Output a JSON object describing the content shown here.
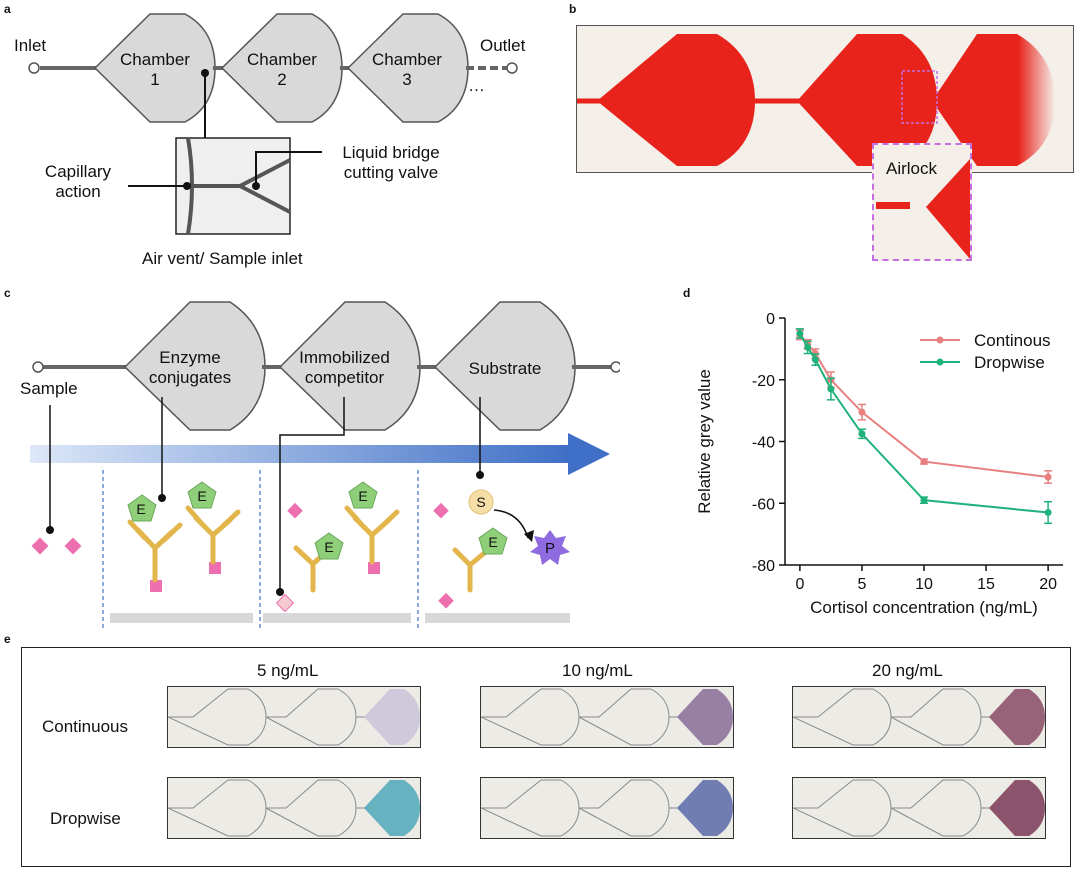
{
  "panels": {
    "a": "a",
    "b": "b",
    "c": "c",
    "d": "d",
    "e": "e"
  },
  "panel_a": {
    "inlet": "Inlet",
    "outlet": "Outlet",
    "ellipsis": "…",
    "chambers": [
      {
        "line1": "Chamber",
        "line2": "1"
      },
      {
        "line1": "Chamber",
        "line2": "2"
      },
      {
        "line1": "Chamber",
        "line2": "3"
      }
    ],
    "capillary_line1": "Capillary",
    "capillary_line2": "action",
    "valve_line1": "Liquid bridge",
    "valve_line2": "cutting valve",
    "vent_label": "Air vent/ Sample inlet"
  },
  "panel_b": {
    "airlock": "Airlock",
    "colors": {
      "dye": "#e8231b",
      "inset_border": "#c56ee0"
    }
  },
  "panel_c": {
    "sample": "Sample",
    "chambers": [
      {
        "line1": "Enzyme",
        "line2": "conjugates"
      },
      {
        "line1": "Immobilized",
        "line2": "competitor"
      },
      {
        "line1": "Substrate",
        "line2": ""
      }
    ],
    "enzyme_letter": "E",
    "substrate_letter": "S",
    "product_letter": "P",
    "colors": {
      "arrow": "#3f6fc6",
      "enzyme": "#8fcf7a",
      "antibody": "#e3b64b",
      "analyte": "#ee6fb0",
      "substrate": "#f6dfa6",
      "product": "#8e6be0"
    }
  },
  "panel_d": {
    "chart_data": {
      "type": "line",
      "xlabel": "Cortisol concentration (ng/mL)",
      "ylabel": "Relative grey value",
      "xlim": [
        -1.2,
        21.2
      ],
      "ylim": [
        -80,
        0
      ],
      "xticks": [
        0,
        5,
        10,
        15,
        20
      ],
      "yticks": [
        0,
        -20,
        -40,
        -60,
        -80
      ],
      "legend_position": "top-right",
      "grid": false,
      "series": [
        {
          "name": "Continous",
          "color": "#e88080",
          "x": [
            0,
            0.625,
            1.25,
            2.5,
            5,
            10,
            20
          ],
          "y": [
            -5.5,
            -8.5,
            -11.5,
            -20,
            -30.5,
            -46.5,
            -51.5
          ],
          "err": [
            1.5,
            1.5,
            1.5,
            2.5,
            2.5,
            0.8,
            2
          ]
        },
        {
          "name": "Dropwise",
          "color": "#1fb27a",
          "x": [
            0,
            0.625,
            1.25,
            2.5,
            5,
            10,
            20
          ],
          "y": [
            -5,
            -9.5,
            -13.5,
            -23,
            -37.5,
            -59,
            -63
          ],
          "err": [
            1.5,
            2,
            1.8,
            3.5,
            1.5,
            1,
            3.5
          ]
        }
      ]
    }
  },
  "panel_e": {
    "concentrations": [
      "5 ng/mL",
      "10 ng/mL",
      "20 ng/mL"
    ],
    "rows": [
      "Continuous",
      "Dropwise"
    ],
    "colors": {
      "cont": [
        "#c9c4d8",
        "#8a6d98",
        "#8a4a64"
      ],
      "drop": [
        "#4fa8b8",
        "#5a6aa8",
        "#7a3a56"
      ]
    }
  }
}
